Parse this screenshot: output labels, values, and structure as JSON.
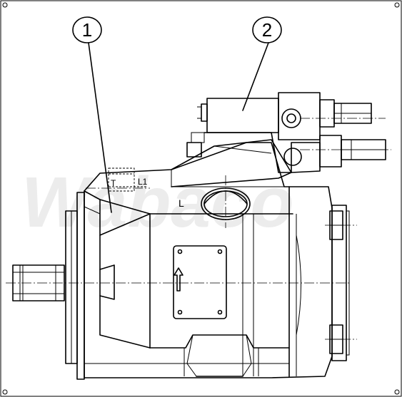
{
  "callouts": [
    {
      "number": "1",
      "part": "pump-housing"
    },
    {
      "number": "2",
      "part": "control-valve"
    }
  ],
  "port_labels": {
    "case_drain_L": "L",
    "port_T": "T",
    "port_L1": "L1"
  },
  "watermark": "Wabaco",
  "colors": {
    "line": "#000000",
    "background": "#ffffff",
    "watermark": "#ececec"
  }
}
